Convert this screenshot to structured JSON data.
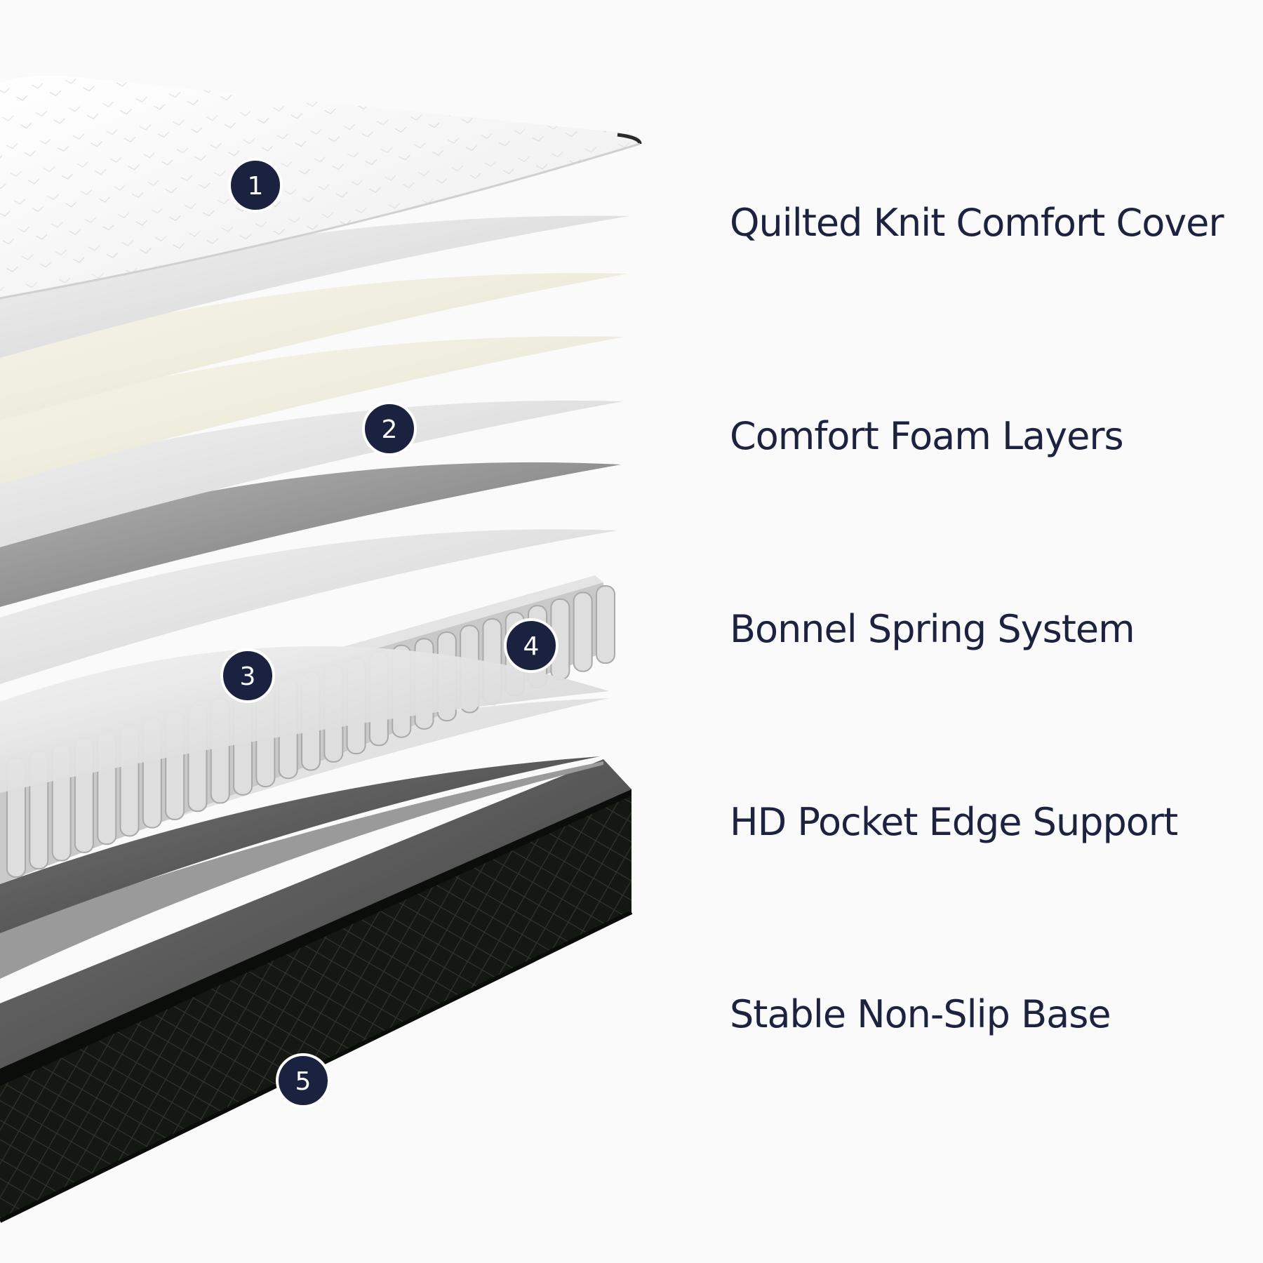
{
  "colors": {
    "background": "#fafafa",
    "marker_fill": "#1a2240",
    "marker_ring": "#ffffff",
    "label_text": "#1c2240",
    "cover": "#f3f3f3",
    "foam_cream": "#ecebdc",
    "foam_grey": "#dcdcdc",
    "foam_dark": "#8a8a8a",
    "springs": "#d6d6d6",
    "base": "#161a14"
  },
  "markers": [
    {
      "number": "1"
    },
    {
      "number": "2"
    },
    {
      "number": "3"
    },
    {
      "number": "4"
    },
    {
      "number": "5"
    }
  ],
  "labels": [
    {
      "text": "Quilted Knit Comfort Cover"
    },
    {
      "text": "Comfort Foam Layers"
    },
    {
      "text": "Bonnel Spring System"
    },
    {
      "text": "HD Pocket Edge Support"
    },
    {
      "text": "Stable Non-Slip Base"
    }
  ]
}
